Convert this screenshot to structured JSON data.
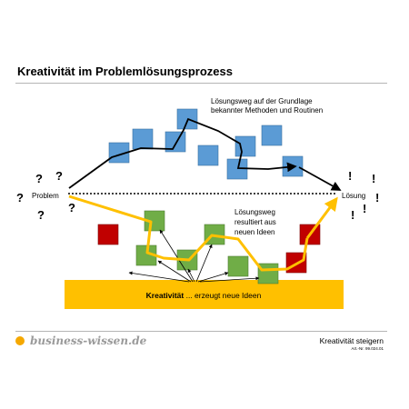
{
  "title": "Kreativität im Problemlösungsprozess",
  "labels": {
    "problem": "Problem",
    "solution": "Lösung",
    "known_path": [
      "Lösungsweg auf der Grundlage",
      "bekannter Methoden und Routinen"
    ],
    "new_path": [
      "Lösungsweg",
      "resultiert aus",
      "neuen Ideen"
    ],
    "creativity_bold": "Kreativität",
    "creativity_rest": " ... erzeugt neue Ideen"
  },
  "marks": {
    "question": "?",
    "exclamation": "!"
  },
  "footer": {
    "logo": "business-wissen.de",
    "caption": "Kreativität steigern",
    "article": "Art.-Nr. 99.024.01"
  },
  "colors": {
    "blue_box": "#5b9bd5",
    "green_box": "#70ad47",
    "red_box": "#c00000",
    "creativity_bar": "#ffc000",
    "new_path_arrow": "#ffc000",
    "known_path_arrow": "#000000",
    "logo_accent": "#f5a800"
  }
}
